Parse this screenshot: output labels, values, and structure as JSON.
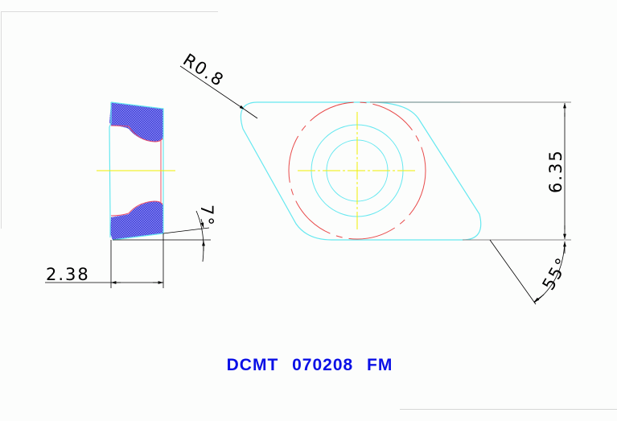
{
  "drawing": {
    "title": "DCMT 070208 FM",
    "dimensions": {
      "corner_radius": "R0.8",
      "inscribed_circle": "6.35",
      "thickness": "2.38",
      "clearance_angle": "7°",
      "nose_angle": "55°"
    },
    "colors": {
      "outline": "#66e8f0",
      "hidden": "#e84a4a",
      "centerline": "#f0f000",
      "hatch": "#4a4ae0",
      "dimension": "#000000",
      "title": "#0a10e6"
    },
    "views": {
      "side_view": "cross-section",
      "top_view": "rhombic insert 55°"
    }
  }
}
